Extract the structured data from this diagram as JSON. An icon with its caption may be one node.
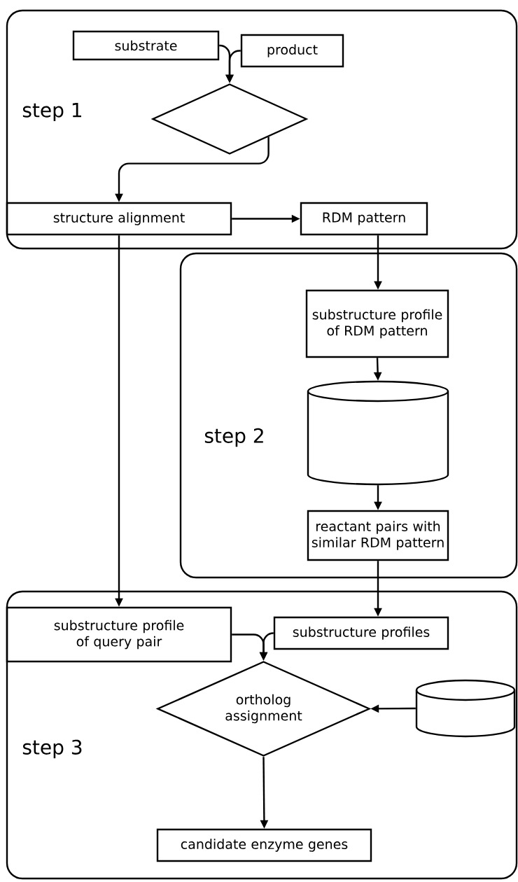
{
  "diagram": {
    "nodes": [
      {
        "text": [
          "step 1"
        ]
      },
      {
        "text": [
          "substrate"
        ],
        "in": 0
      },
      {
        "text": [
          "product"
        ],
        "in": 0
      },
      {
        "text": [],
        "shape": "diamond",
        "in": 0
      },
      {
        "text": [
          "structure alignment"
        ],
        "in": 0
      },
      {
        "text": [
          "RDM pattern"
        ],
        "in": 0
      },
      {
        "text": [
          "step 2"
        ]
      },
      {
        "text": [
          "substructure profile of RDM pattern"
        ],
        "in": 6
      },
      {
        "text": [],
        "shape": "cylinder",
        "in": 6
      },
      {
        "text": [
          "reactant pairs with similar RDM pattern"
        ],
        "in": 6
      },
      {
        "text": [
          "step 3"
        ]
      },
      {
        "text": [
          "substructure profile of query pair"
        ],
        "in": 10
      },
      {
        "text": [
          "substructure profiles"
        ],
        "in": 10
      },
      {
        "text": [
          "ortholog assignment"
        ],
        "in": 10
      },
      {
        "text": [],
        "shape": "cylinder",
        "in": 10
      },
      {
        "text": [
          "candidate enzyme genes"
        ],
        "in": 10
      }
    ],
    "edges": [
      {
        "from": 1,
        "to": 3,
        "arrow": "to"
      },
      {
        "from": 2,
        "to": 3,
        "arrow": "to"
      },
      {
        "from": 3,
        "to": 4,
        "arrow": "to"
      },
      {
        "from": 4,
        "to": 5,
        "arrow": "to"
      },
      {
        "from": 5,
        "to": 7,
        "arrow": "to"
      },
      {
        "from": 7,
        "to": 8,
        "arrow": "to"
      },
      {
        "from": 8,
        "to": 9,
        "arrow": "to"
      },
      {
        "from": 4,
        "to": 11,
        "arrow": "to"
      },
      {
        "from": 9,
        "to": 12,
        "arrow": "to"
      },
      {
        "from": 11,
        "to": 13,
        "arrow": "to"
      },
      {
        "from": 12,
        "to": 13,
        "arrow": "to"
      },
      {
        "from": 14,
        "to": 13,
        "arrow": "to"
      },
      {
        "from": 13,
        "to": 15,
        "arrow": "to"
      }
    ]
  }
}
